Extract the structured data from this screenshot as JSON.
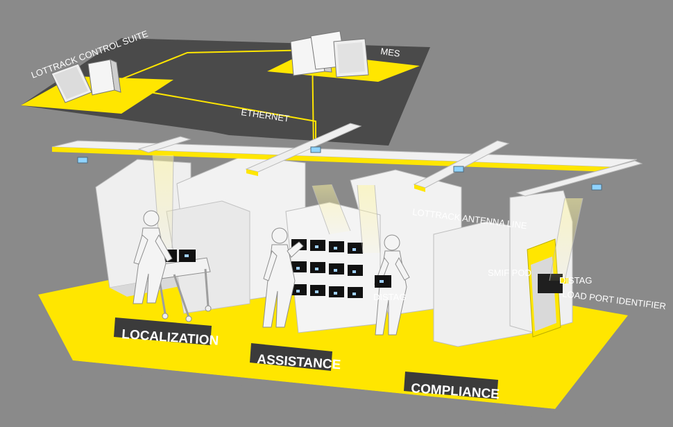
{
  "labels": {
    "lottrack_control_suite": "LOTTRACK CONTROL SUITE",
    "mes": "MES",
    "ethernet": "ETHERNET",
    "antenna_line": "LOTTRACK ANTENNA LINE",
    "smif_pod": "SMIF POD",
    "distag_right": "DISTAG",
    "distag_center": "DISTAG",
    "load_port_identifier": "LOAD PORT IDENTIFIER",
    "localization": "LOCALIZATION",
    "assistance": "ASSISTANCE",
    "compliance": "COMPLIANCE"
  },
  "colors": {
    "background": "#8a8a8a",
    "accent_yellow": "#ffe600",
    "dark_floor": "#4a4a4a",
    "equipment_light": "#e8e8e8",
    "label_box": "#3b3b3b"
  }
}
